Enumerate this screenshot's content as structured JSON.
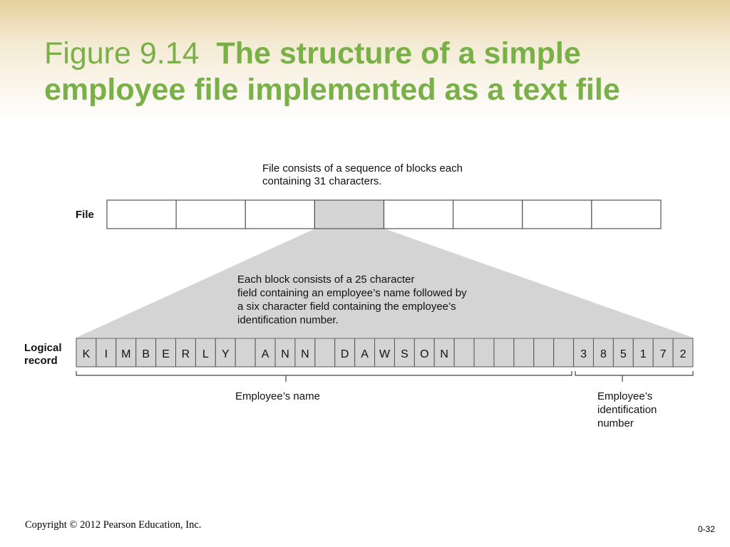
{
  "slide": {
    "title_prefix": "Figure 9.14",
    "title_caption": "The structure of a simple employee file implemented as a text file",
    "copyright": "Copyright © 2012 Pearson Education, Inc.",
    "page_number": "0-32"
  },
  "diagram": {
    "file_label": "File",
    "file_note": [
      "File consists of a sequence of blocks each",
      "containing 31 characters."
    ],
    "highlighted_block_index": 3,
    "block_note": [
      "Each block consists of a 25 character",
      "field containing an employee’s name followed by",
      "a six character field containing the employee’s",
      "identification number."
    ],
    "record_label": [
      "Logical",
      "record"
    ],
    "record_chars": [
      "K",
      "I",
      "M",
      "B",
      "E",
      "R",
      "L",
      "Y",
      "",
      "A",
      "N",
      "N",
      "",
      "D",
      "A",
      "W",
      "S",
      "O",
      "N",
      "",
      "",
      "",
      "",
      "",
      "",
      "3",
      "8",
      "5",
      "1",
      "7",
      "2"
    ],
    "name_label": "Employee’s name",
    "id_label": [
      "Employee’s",
      "identification",
      "number"
    ]
  },
  "colors": {
    "title": "#79b047",
    "highlight": "#d4d4d4",
    "border": "#555555"
  }
}
